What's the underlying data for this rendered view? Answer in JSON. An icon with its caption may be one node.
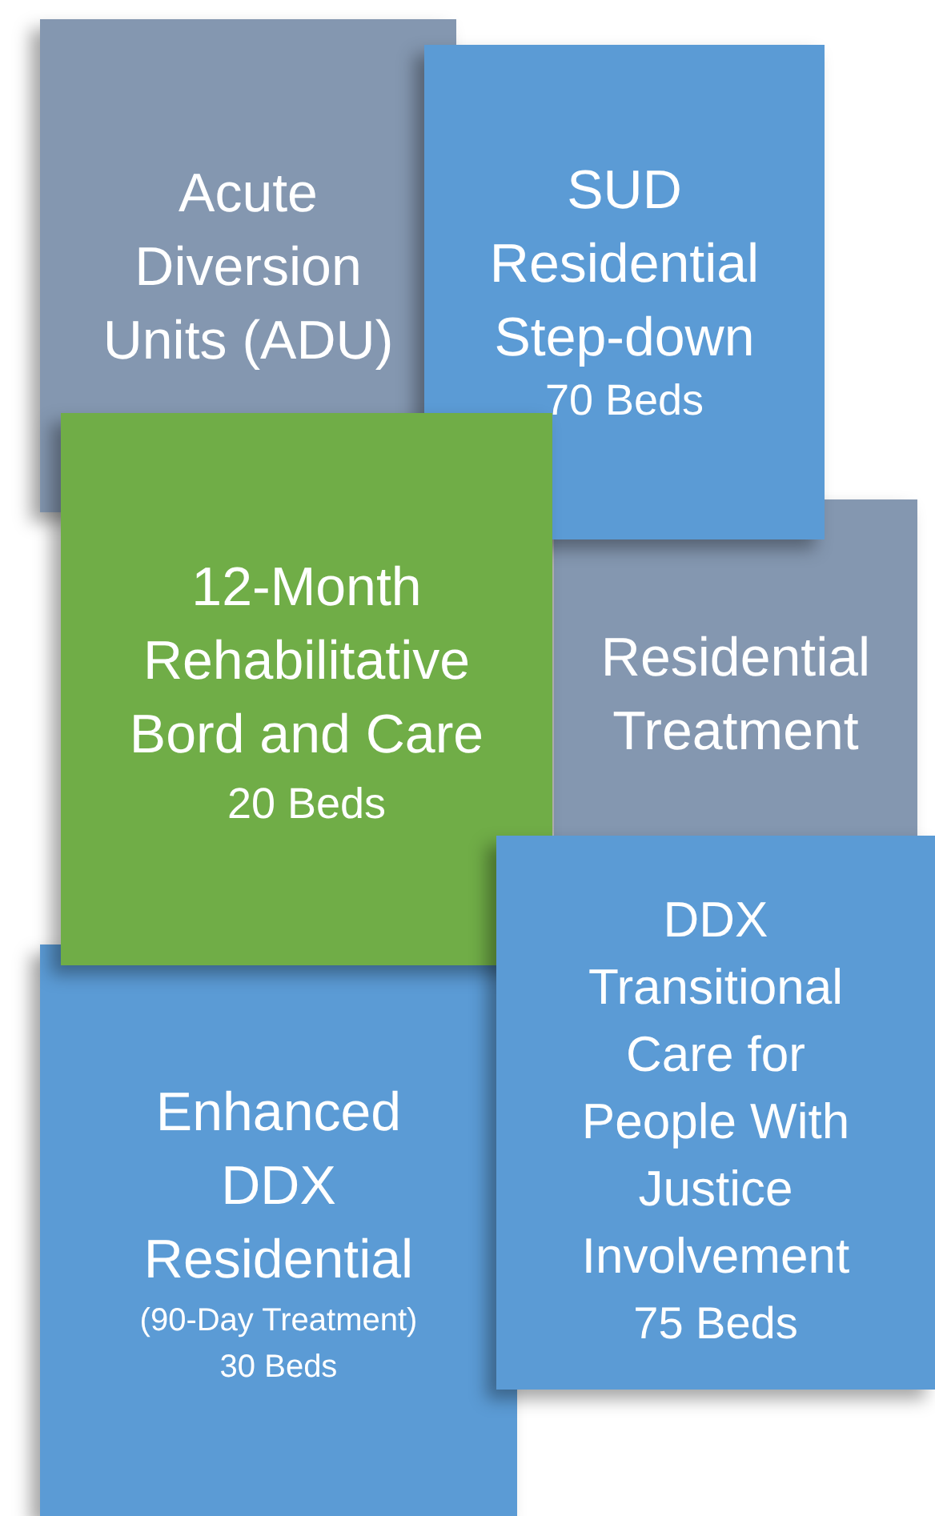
{
  "diagram": {
    "nodes": [
      {
        "text": [
          "Acute Diversion Units (ADU)"
        ]
      },
      {
        "text": [
          "SUD Residential Step-down",
          "70 Beds"
        ]
      },
      {
        "text": [
          "Residential Treatment"
        ]
      },
      {
        "text": [
          "12-Month Rehabilitative Bord and Care",
          "20 Beds"
        ]
      },
      {
        "text": [
          "Enhanced DDX Residential",
          "(90-Day Treatment)",
          "30 Beds"
        ]
      },
      {
        "text": [
          "DDX Transitional Care for People With Justice Involvement",
          "75 Beds"
        ]
      }
    ]
  }
}
